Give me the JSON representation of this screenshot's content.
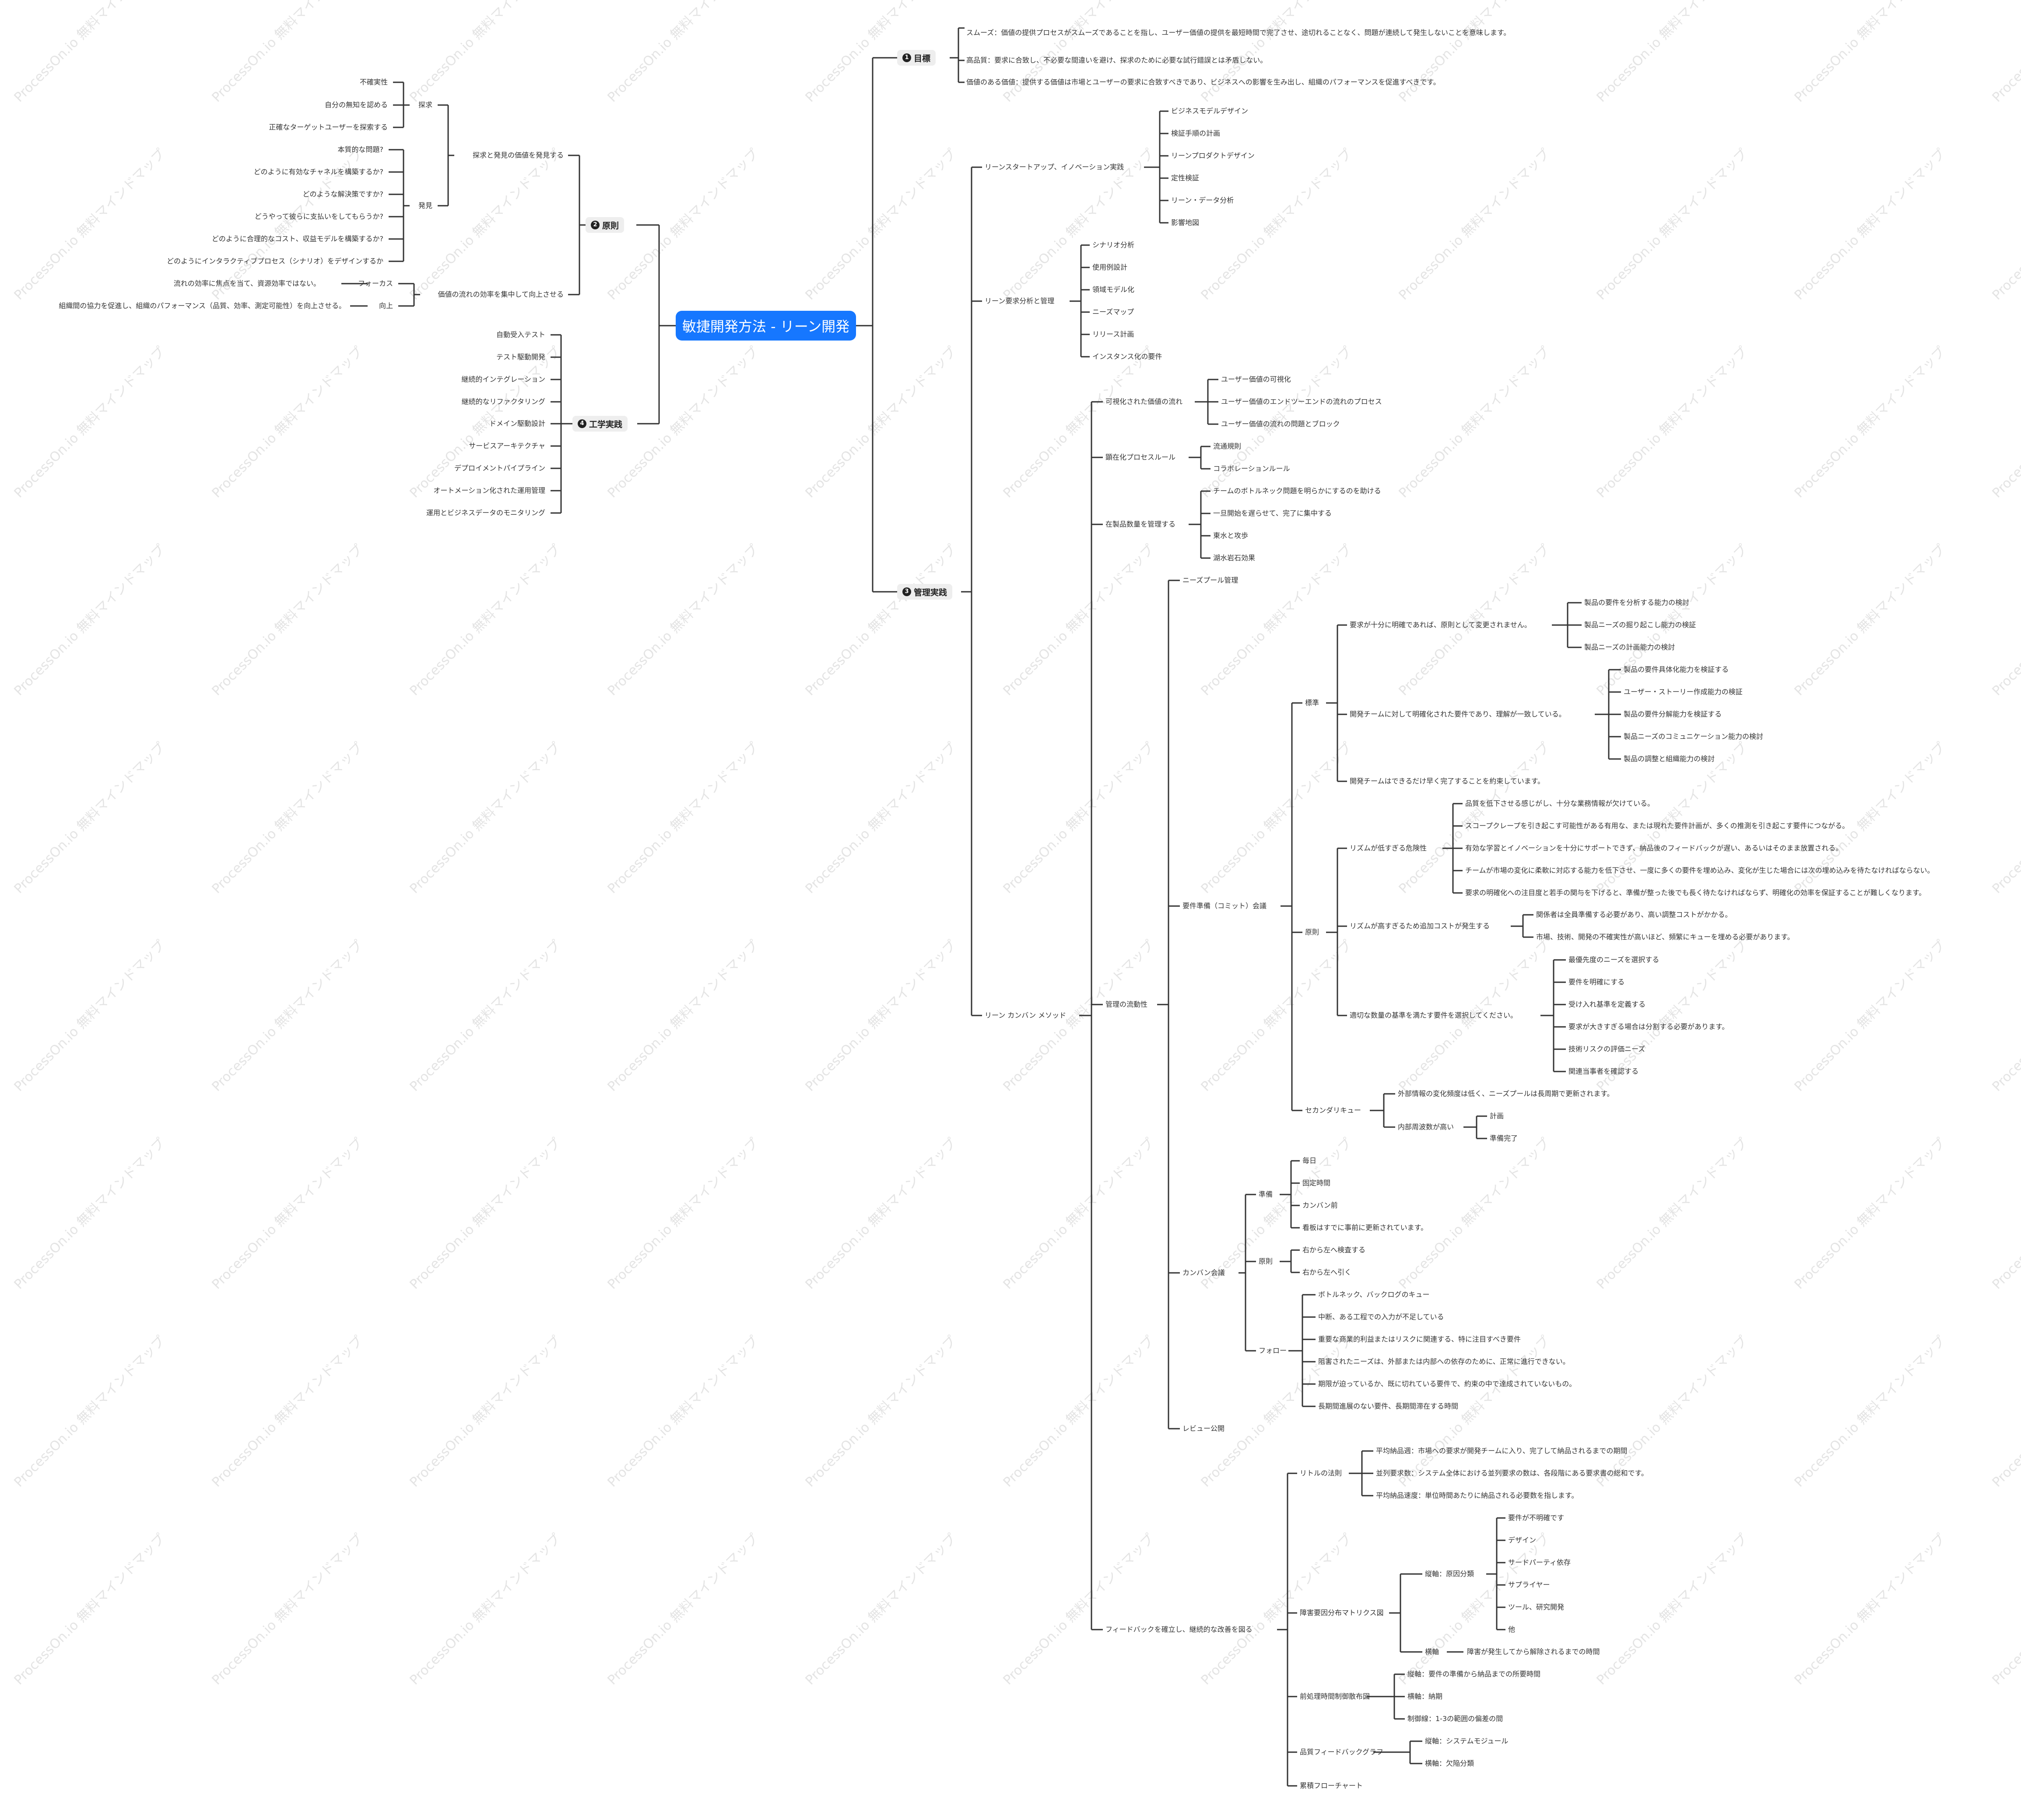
{
  "title": "敏捷開発方法 - リーン開発",
  "watermark": "ProcessOn.io 無料マインドマップ",
  "colors": {
    "root": "#1677ff",
    "branch_bg": "#eeeeee",
    "line": "#333333",
    "text": "#333333"
  },
  "branches": {
    "b1": {
      "num": "1",
      "label": "目標"
    },
    "b2": {
      "num": "2",
      "label": "原則"
    },
    "b3": {
      "num": "3",
      "label": "管理実践"
    },
    "b4": {
      "num": "4",
      "label": "工学実践"
    }
  },
  "nodes": {
    "n001": "スムーズ：価値の提供プロセスがスムーズであることを指し、ユーザー価値の提供を最短時間で完了させ、途切れることなく、問題が連続して発生しないことを意味します。",
    "n002": "高品質：要求に合致し、不必要な間違いを避け、探求のために必要な試行錯誤とは矛盾しない。",
    "n003": "価値のある価値：提供する価値は市場とユーザーの要求に合致すべきであり、ビジネスへの影響を生み出し、組織のパフォーマンスを促進すべきです。",
    "n010": "探求と発見の価値を発見する",
    "n011": "探求",
    "n012": "不確実性",
    "n013": "自分の無知を認める",
    "n014": "正確なターゲットユーザーを探索する",
    "n015": "発見",
    "n016": "本質的な問題?",
    "n017": "どのように有効なチャネルを構築するか?",
    "n018": "どのような解決策ですか?",
    "n019": "どうやって彼らに支払いをしてもらうか?",
    "n020": "どのように合理的なコスト、収益モデルを構築するか?",
    "n021": "どのようにインタラクティブプロセス（シナリオ）をデザインするか",
    "n022": "価値の流れの効率を集中して向上させる",
    "n023": "フォーカス",
    "n024": "流れの効率に焦点を当て、資源効率ではない。",
    "n025": "向上",
    "n026": "組織間の協力を促進し、組織のパフォーマンス（品質、効率、測定可能性）を向上させる。",
    "n030": "自動受入テスト",
    "n031": "テスト駆動開発",
    "n032": "継続的インテグレーション",
    "n033": "継続的なリファクタリング",
    "n034": "ドメイン駆動設計",
    "n035": "サービスアーキテクチャ",
    "n036": "デプロイメントパイプライン",
    "n037": "オートメーション化された運用管理",
    "n038": "運用とビジネスデータのモニタリング",
    "n040": "リーンスタートアップ、イノベーション実践",
    "n041": "ビジネスモデルデザイン",
    "n042": "検証手順の計画",
    "n043": "リーンプロダクトデザイン",
    "n044": "定性検証",
    "n045": "リーン・データ分析",
    "n046": "影響地図",
    "n050": "リーン要求分析と管理",
    "n051": "シナリオ分析",
    "n052": "使用例設計",
    "n053": "領域モデル化",
    "n054": "ニーズマップ",
    "n055": "リリース計画",
    "n056": "インスタンス化の要件",
    "n060": "リーン カンバン メソッド",
    "n061": "可視化された価値の流れ",
    "n062": "ユーザー価値の可視化",
    "n063": "ユーザー価値のエンドツーエンドの流れのプロセス",
    "n064": "ユーザー価値の流れの問題とブロック",
    "n065": "顕在化プロセスルール",
    "n066": "流通規則",
    "n067": "コラボレーションルール",
    "n068": "在製品数量を管理する",
    "n069": "チームのボトルネック問題を明らかにするのを助ける",
    "n070": "一旦開始を遅らせて、完了に集中する",
    "n071": "東水と攻歩",
    "n072": "湖水岩石効果",
    "n073": "管理の流動性",
    "n074": "ニーズプール管理",
    "n075": "要件準備（コミット）会議",
    "n076": "標準",
    "n077": "要求が十分に明確であれば、原則として変更されません。",
    "n078": "製品の要件を分析する能力の検討",
    "n079": "製品ニーズの掘り起こし能力の検証",
    "n080": "製品ニーズの計画能力の検討",
    "n081": "開発チームに対して明確化された要件であり、理解が一致している。",
    "n082": "製品の要件具体化能力を検証する",
    "n083": "ユーザー・ストーリー作成能力の検証",
    "n084": "製品の要件分解能力を検証する",
    "n085": "製品ニーズのコミュニケーション能力の検討",
    "n086": "製品の調整と組織能力の検討",
    "n087": "開発チームはできるだけ早く完了することを約束しています。",
    "n088": "原則",
    "n089": "リズムが低すぎる危険性",
    "n090": "品質を低下させる感じがし、十分な業務情報が欠けている。",
    "n091": "スコープクレープを引き起こす可能性がある有用な、または現れた要件計画が、多くの推測を引き起こす要件につながる。",
    "n092": "有効な学習とイノベーションを十分にサポートできず、納品後のフィードバックが遅い、あるいはそのまま放置される。",
    "n093": "チームが市場の変化に柔軟に対応する能力を低下させ、一度に多くの要件を埋め込み、変化が生じた場合には次の埋め込みを待たなければならない。",
    "n094": "要求の明確化への注目度と若手の関与を下げると、準備が整った後でも長く待たなければならず、明確化の効率を保証することが難しくなります。",
    "n095": "リズムが高すぎるため追加コストが発生する",
    "n096": "関係者は全員準備する必要があり、高い調整コストがかかる。",
    "n097": "市場、技術、開発の不確実性が高いほど、頻繁にキューを埋める必要があります。",
    "n098": "適切な数量の基準を満たす要件を選択してください。",
    "n099": "最優先度のニーズを選択する",
    "n100": "要件を明確にする",
    "n101": "受け入れ基準を定義する",
    "n102": "要求が大きすぎる場合は分割する必要があります。",
    "n103": "技術リスクの評価ニーズ",
    "n104": "関連当事者を確認する",
    "n105": "セカンダリキュー",
    "n106": "外部情報の変化頻度は低く、ニーズプールは長周期で更新されます。",
    "n107": "内部周波数が高い",
    "n108": "計画",
    "n109": "準備完了",
    "n110": "カンバン会議",
    "n111": "準備",
    "n112": "毎日",
    "n113": "固定時間",
    "n114": "カンバン前",
    "n115": "看板はすでに事前に更新されています。",
    "n116": "原則",
    "n117": "右から左へ検査する",
    "n118": "右から左へ引く",
    "n119": "フォロー",
    "n120": "ボトルネック、バックログのキュー",
    "n121": "中断、ある工程での入力が不足している",
    "n122": "重要な商業的利益またはリスクに関連する、特に注目すべき要件",
    "n123": "阻害されたニーズは、外部または内部への依存のために、正常に進行できない。",
    "n124": "期限が迫っているか、既に切れている要件で、約束の中で達成されていないもの。",
    "n125": "長期間進展のない要件、長期間滞在する時間",
    "n126": "レビュー公開",
    "n127": "フィードバックを確立し、継続的な改善を図る",
    "n128": "リトルの法則",
    "n129": "平均納品週：市場への要求が開発チームに入り、完了して納品されるまでの期間",
    "n130": "並列要求数：システム全体における並列要求の数は、各段階にある要求書の総和です。",
    "n131": "平均納品速度：単位時間あたりに納品される必要数を指します。",
    "n132": "障害要因分布マトリクス図",
    "n133": "縦軸：原因分類",
    "n134": "要件が不明確です",
    "n135": "デザイン",
    "n136": "サードパーティ依存",
    "n137": "サプライヤー",
    "n138": "ツール、研究開発",
    "n139": "他",
    "n140": "横軸",
    "n141": "障害が発生してから解除されるまでの時間",
    "n142": "前処理時間制御散布図",
    "n143": "縦軸：要件の準備から納品までの所要時間",
    "n144": "横軸：納期",
    "n145": "制御線：1-3の範囲の偏差の間",
    "n146": "品質フィードバックグラフ",
    "n147": "縦軸：システムモジュール",
    "n148": "横軸：欠陥分類",
    "n149": "累積フローチャート"
  }
}
